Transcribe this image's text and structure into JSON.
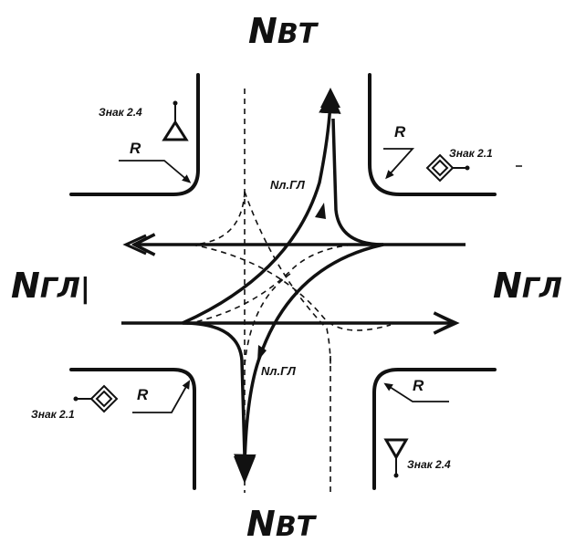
{
  "labels": {
    "top": "N",
    "top_sub": "ВТ",
    "bottom": "N",
    "bottom_sub": "ВТ",
    "left": "N",
    "left_sub": "ГЛ",
    "left_mark": "|",
    "right": "N",
    "right_sub": "ГЛ",
    "turn_upper": "Nл.ГЛ",
    "turn_lower": "Nл.ГЛ"
  },
  "radius_labels": {
    "top_left": "R",
    "top_right": "R",
    "bottom_left": "R",
    "bottom_right": "R"
  },
  "signs": {
    "top_left": {
      "label": "Знак 2.4",
      "icon": "yield-triangle-icon"
    },
    "top_right": {
      "label": "Знак 2.1",
      "icon": "priority-road-diamond-icon"
    },
    "bottom_left": {
      "label": "Знак 2.1",
      "icon": "priority-road-diamond-icon"
    },
    "bottom_right": {
      "label": "Знак 2.4",
      "icon": "yield-triangle-icon"
    }
  }
}
